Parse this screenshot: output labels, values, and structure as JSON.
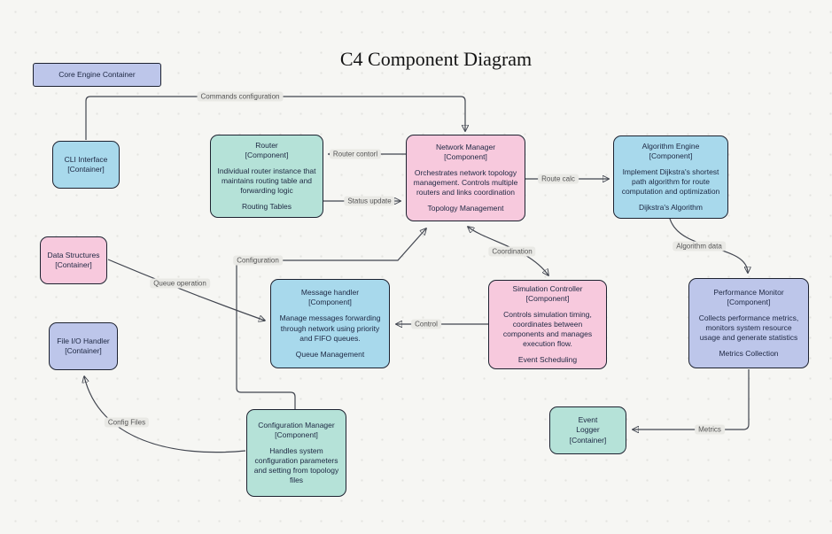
{
  "title": "C4 Component Diagram",
  "colors": {
    "pink_fill": "#f7c9dd",
    "blue_fill": "#a8d9ec",
    "teal_fill": "#b5e2d8",
    "lavender_fill": "#bdc6ea",
    "node_border": "#1d2230",
    "wire": "#41454f",
    "edge_label_bg": "#e9e9e5",
    "background": "#f6f6f3"
  },
  "nodes": [
    {
      "name": "Core Engine Container",
      "type": "",
      "desc": "",
      "footer": ""
    },
    {
      "name": "CLI Interface",
      "type": "[Container]",
      "desc": "",
      "footer": ""
    },
    {
      "name": "Router",
      "type": "[Component]",
      "desc": "Individual router instance that maintains routing table and forwarding logic",
      "footer": "Routing Tables"
    },
    {
      "name": "Network Manager",
      "type": "[Component]",
      "desc": "Orchestrates network topology management. Controls multiple routers and links coordination",
      "footer": "Topology Management"
    },
    {
      "name": "Algorithm Engine",
      "type": "[Component]",
      "desc": "Implement Dijkstra's shortest path algorithm for route computation and optimization",
      "footer": "Dijkstra's Algorithm"
    },
    {
      "name": "Data Structures",
      "type": "[Container]",
      "desc": "",
      "footer": ""
    },
    {
      "name": "File I/O Handler",
      "type": "[Container]",
      "desc": "",
      "footer": ""
    },
    {
      "name": "Message handler",
      "type": "[Component]",
      "desc": "Manage messages forwarding through network using priority and FIFO queues.",
      "footer": "Queue Management"
    },
    {
      "name": "Simulation Controller",
      "type": "[Component]",
      "desc": "Controls simulation timing, coordinates between components and manages execution flow.",
      "footer": "Event Scheduling"
    },
    {
      "name": "Performance Monitor",
      "type": "[Component]",
      "desc": "Collects performance metrics, monitors system resource usage and generate statistics",
      "footer": "Metrics Collection"
    },
    {
      "name": "Configuration Manager",
      "type": "[Component]",
      "desc": "Handles system configuration parameters and setting from topology files",
      "footer": ""
    },
    {
      "name": "Event\nLogger",
      "type": "[Container]",
      "desc": "",
      "footer": ""
    }
  ],
  "edges": [
    {
      "label": "Commands configuration"
    },
    {
      "label": "Router contorl"
    },
    {
      "label": "Status update"
    },
    {
      "label": "Route calc"
    },
    {
      "label": "Coordination"
    },
    {
      "label": "Algorithm data"
    },
    {
      "label": "Configuration"
    },
    {
      "label": "Queue operation"
    },
    {
      "label": "Control"
    },
    {
      "label": "Config Files"
    },
    {
      "label": "Metrics"
    }
  ]
}
